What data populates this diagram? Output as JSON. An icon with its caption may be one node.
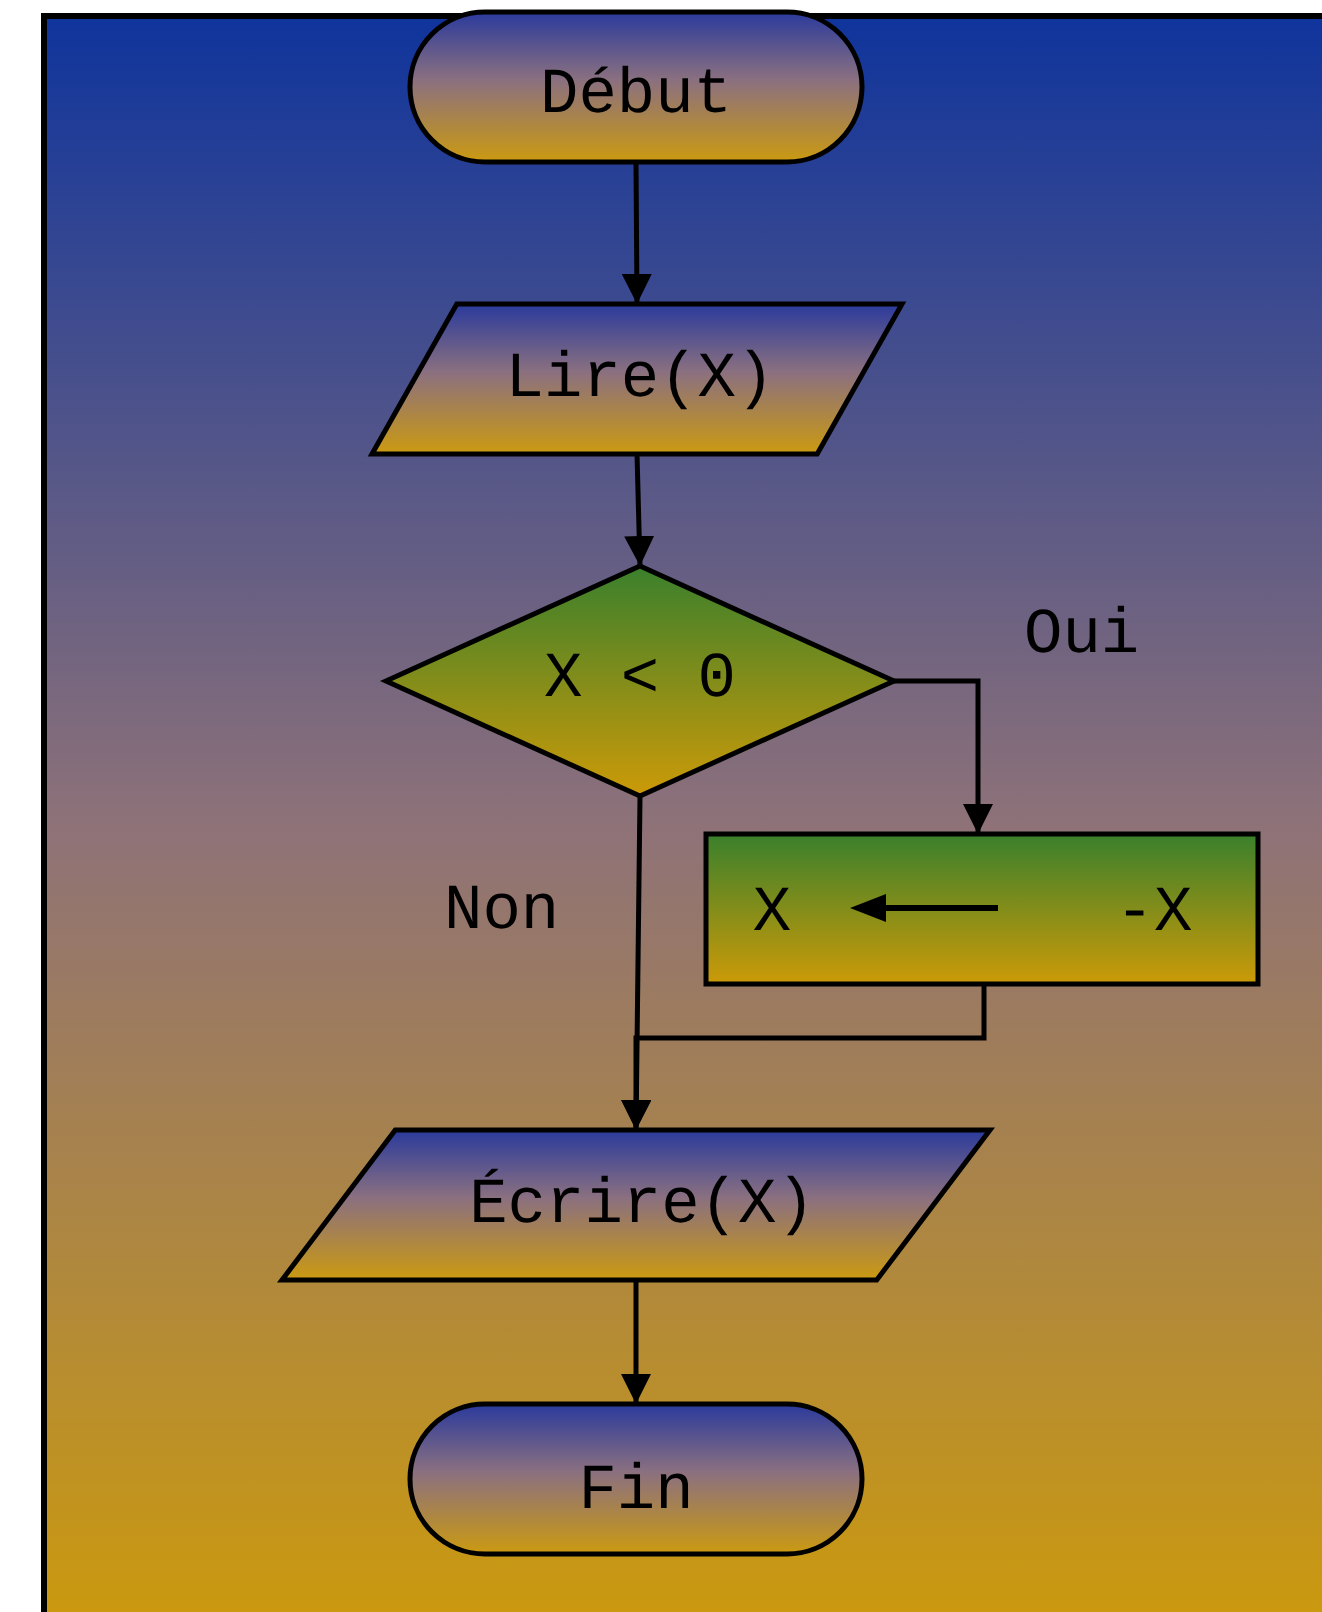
{
  "diagram": {
    "nodes": [
      {
        "text": [
          "Début"
        ]
      },
      {
        "text": [
          "Lire(X)"
        ]
      },
      {
        "text": [
          "X < 0"
        ]
      },
      {
        "text": [
          "X",
          "-X"
        ]
      },
      {
        "text": [
          "Écrire(X)"
        ]
      },
      {
        "text": [
          "Fin"
        ]
      }
    ],
    "edges": [
      {
        "from": 0,
        "to": 1,
        "arrow": "to"
      },
      {
        "from": 1,
        "to": 2,
        "arrow": "to"
      },
      {
        "from": 2,
        "to": 3,
        "arrow": "to",
        "label": "Oui"
      },
      {
        "from": 2,
        "to": 4,
        "arrow": "to",
        "label": "Non"
      },
      {
        "from": 3,
        "to": 4,
        "arrow": "to"
      },
      {
        "from": 4,
        "to": 5,
        "arrow": "to"
      }
    ]
  }
}
